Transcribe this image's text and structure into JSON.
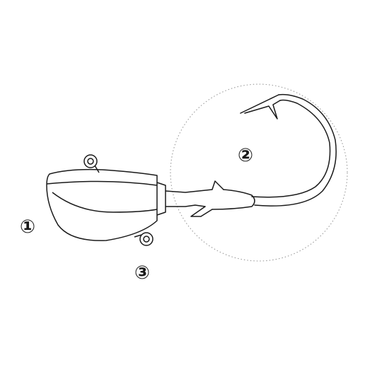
{
  "labels": {
    "part_1": "①",
    "part_2": "②",
    "part_3": "③"
  },
  "colors": {
    "line": "#1a1a1a",
    "detail_circle": "#9a9a9a",
    "background": "#ffffff"
  }
}
